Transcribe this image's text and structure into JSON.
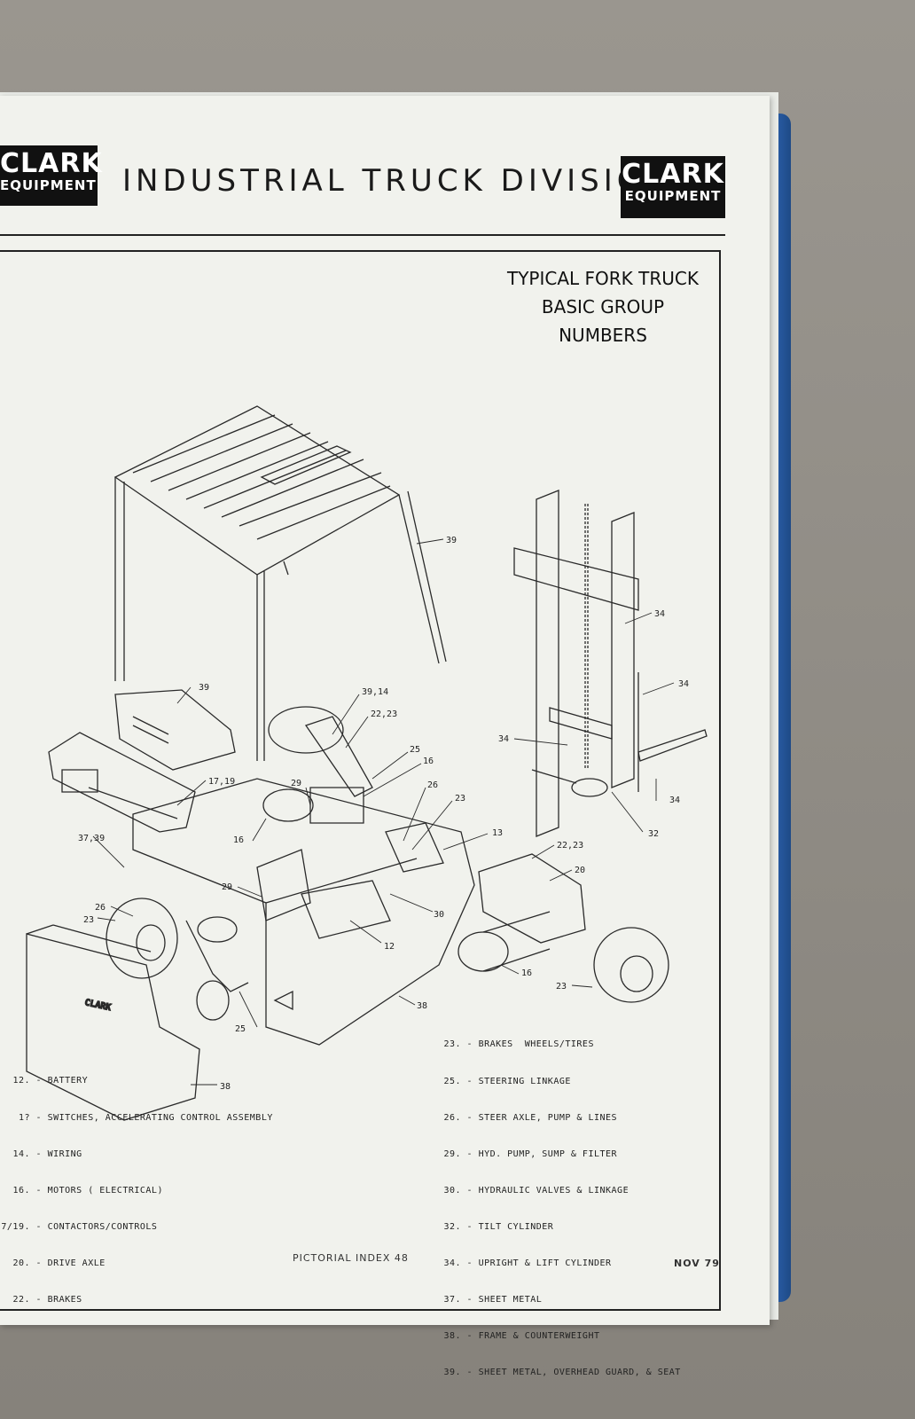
{
  "header": {
    "logo_left": {
      "line1": "CLARK",
      "line2": "EQUIPMENT"
    },
    "title": "INDUSTRIAL TRUCK DIVISION",
    "logo_right": {
      "line1": "CLARK",
      "line2": "EQUIPMENT"
    }
  },
  "figure": {
    "title_line1": "TYPICAL FORK TRUCK",
    "title_line2": "BASIC GROUP NUMBERS",
    "body_mark": "CLARK",
    "callouts": [
      "39",
      "34",
      "34",
      "39",
      "39,14",
      "22,23",
      "34",
      "25",
      "16",
      "17,19",
      "29",
      "26",
      "23",
      "34",
      "32",
      "13",
      "37,39",
      "16",
      "22,23",
      "20",
      "29",
      "26",
      "23",
      "30",
      "12",
      "16",
      "23",
      "38",
      "25",
      "38"
    ]
  },
  "legend_left": [
    {
      "num": "12.",
      "text": "BATTERY"
    },
    {
      "num": "1?",
      "text": "SWITCHES, ACCELERATING CONTROL ASSEMBLY"
    },
    {
      "num": "14.",
      "text": "WIRING"
    },
    {
      "num": "16.",
      "text": "MOTORS ( ELECTRICAL)"
    },
    {
      "num": "7/19.",
      "text": "CONTACTORS/CONTROLS"
    },
    {
      "num": "20.",
      "text": "DRIVE AXLE"
    },
    {
      "num": "22.",
      "text": "BRAKES"
    }
  ],
  "legend_right": [
    {
      "num": "23.",
      "text": "BRAKES  WHEELS/TIRES"
    },
    {
      "num": "25.",
      "text": "STEERING LINKAGE"
    },
    {
      "num": "26.",
      "text": "STEER AXLE, PUMP & LINES"
    },
    {
      "num": "29.",
      "text": "HYD. PUMP, SUMP & FILTER"
    },
    {
      "num": "30.",
      "text": "HYDRAULIC VALVES & LINKAGE"
    },
    {
      "num": "32.",
      "text": "TILT CYLINDER"
    },
    {
      "num": "34.",
      "text": "UPRIGHT & LIFT CYLINDER"
    },
    {
      "num": "37.",
      "text": "SHEET METAL"
    },
    {
      "num": "38.",
      "text": "FRAME & COUNTERWEIGHT"
    },
    {
      "num": "39.",
      "text": "SHEET METAL, OVERHEAD GUARD, & SEAT"
    }
  ],
  "footer": {
    "center": "PICTORIAL INDEX 48",
    "right": "NOV 79"
  }
}
